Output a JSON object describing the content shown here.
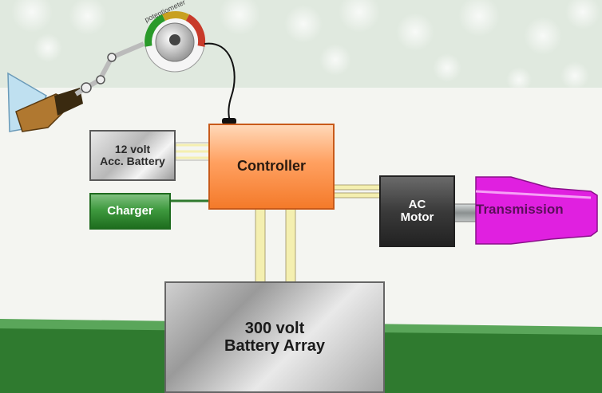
{
  "diagram": {
    "battery_12v": "12 volt\nAcc. Battery",
    "charger": "Charger",
    "controller": "Controller",
    "ac_motor": "AC\nMotor",
    "transmission": "Transmission",
    "battery_array": "300 volt\nBattery Array",
    "potentiometer": "potentiometer"
  },
  "colors": {
    "ground_green": "#2f7a2f",
    "wire_yellow": "#f4efb0",
    "transmission_magenta": "#e020e0",
    "controller_orange": "#f48a3a"
  }
}
